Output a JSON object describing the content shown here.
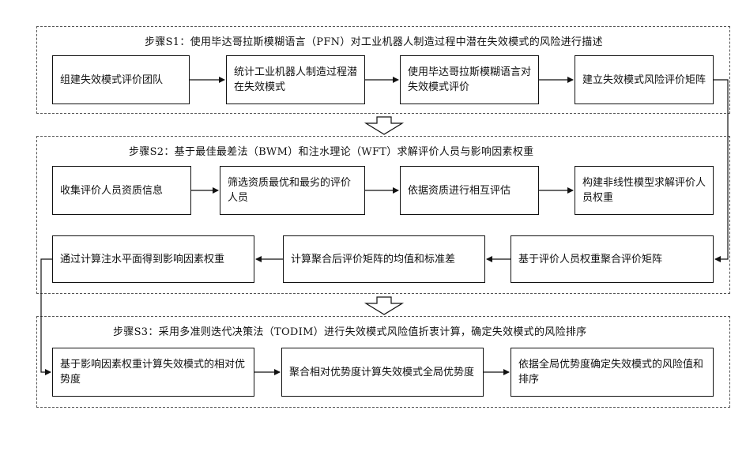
{
  "stages": [
    {
      "title": "步骤S1：使用毕达哥拉斯模糊语言（PFN）对工业机器人制造过程中潜在失效模式的风险进行描述",
      "steps": [
        "组建失效模式评价团队",
        "统计工业机器人制造过程潜在失效模式",
        "使用毕达哥拉斯模糊语言对失效模式评价",
        "建立失效模式风险评价矩阵"
      ]
    },
    {
      "title": "步骤S2：基于最佳最差法（BWM）和注水理论（WFT）求解评价人员与影响因素权重",
      "steps": [
        "收集评价人员资质信息",
        "筛选资质最优和最劣的评价人员",
        "依据资质进行相互评估",
        "构建非线性模型求解评价人员权重",
        "基于评价人员权重聚合评价矩阵",
        "计算聚合后评价矩阵的均值和标准差",
        "通过计算注水平面得到影响因素权重"
      ]
    },
    {
      "title": "步骤S3：采用多准则迭代决策法（TODIM）进行失效模式风险值折衷计算，确定失效模式的风险排序",
      "steps": [
        "基于影响因素权重计算失效模式的相对优势度",
        "聚合相对优势度计算失效模式全局优势度",
        "依据全局优势度确定失效模式的风险值和排序"
      ]
    }
  ]
}
